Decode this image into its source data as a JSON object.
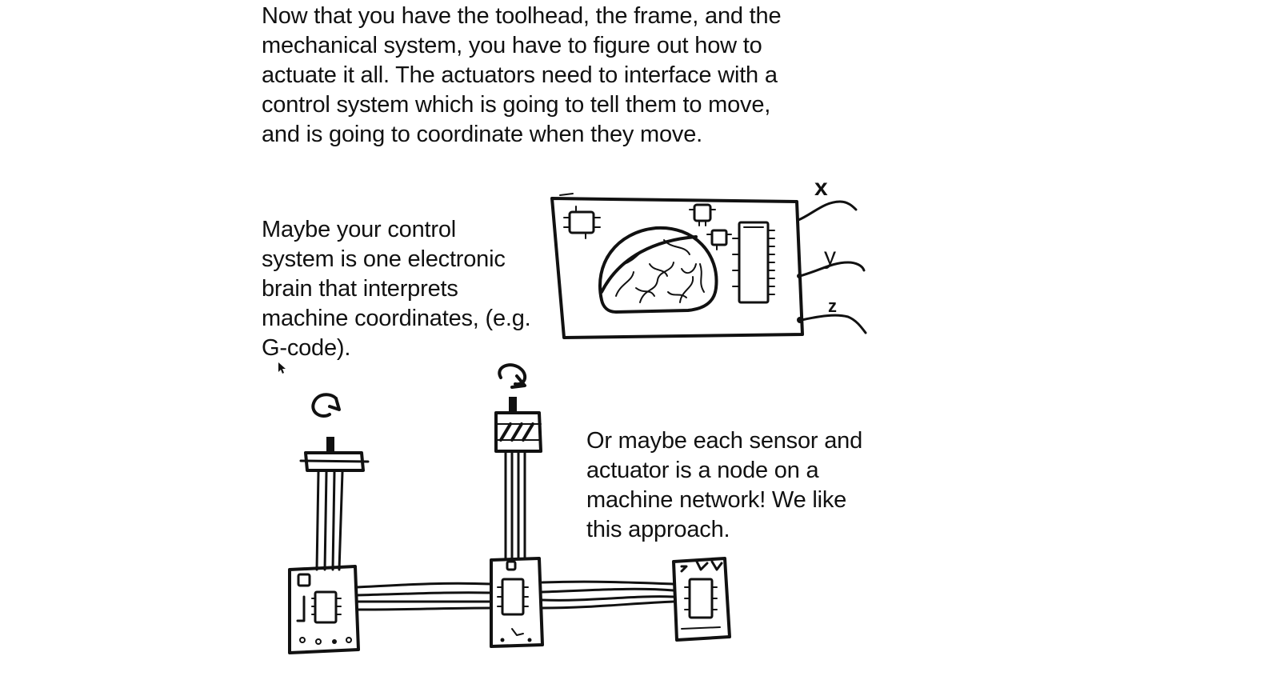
{
  "intro_lines": [
    "Now that you have the toolhead, the frame, and the",
    "mechanical system, you have to figure out how to",
    "actuate it all. The actuators need to interface with a",
    "control system which is going to tell them to move,",
    "and is going to coordinate when they move."
  ],
  "brain_lines": [
    "Maybe your control",
    "system is one electronic",
    "brain that interprets",
    "machine coordinates, (e.g.",
    "G-code)."
  ],
  "network_lines": [
    "Or maybe each sensor and",
    "actuator is a node on a",
    "machine network! We like",
    "this approach."
  ],
  "axis_labels": {
    "x": "x",
    "y": "y",
    "z": "z"
  },
  "icons": {
    "board": "circuit-board-icon",
    "brain": "brain-icon",
    "motor": "stepper-motor-icon",
    "rotate": "rotate-arrow-icon",
    "node": "network-node-board-icon",
    "cursor": "mouse-cursor-icon"
  }
}
